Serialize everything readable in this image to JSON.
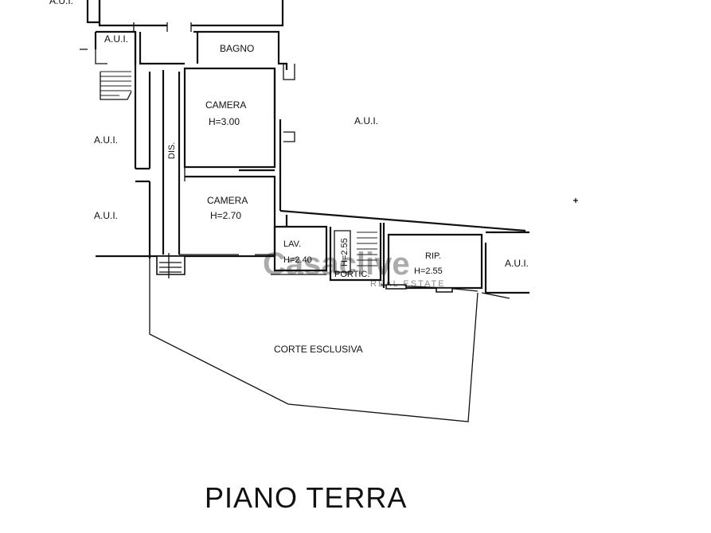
{
  "labels": {
    "aui_top_left": "A.U.I.",
    "aui_small": "A.U.I.",
    "aui_left_upper": "A.U.I.",
    "aui_left_lower": "A.U.I.",
    "aui_center": "A.U.I.",
    "aui_right": "A.U.I.",
    "bagno": "BAGNO",
    "camera_1_name": "CAMERA",
    "camera_1_height": "H=3.00",
    "camera_2_name": "CAMERA",
    "camera_2_height": "H=2.70",
    "dis": "DIS.",
    "lav_name": "LAV.",
    "lav_height": "H=2.40",
    "portic_height": "H=2.55",
    "portic_name": "PORTIC.",
    "rip_name": "RIP.",
    "rip_height": "H=2.55",
    "corte": "CORTE ESCLUSIVA"
  },
  "title": "PIANO TERRA",
  "watermark": {
    "main": "Casaclive",
    "sub": "REAL ESTATE"
  }
}
